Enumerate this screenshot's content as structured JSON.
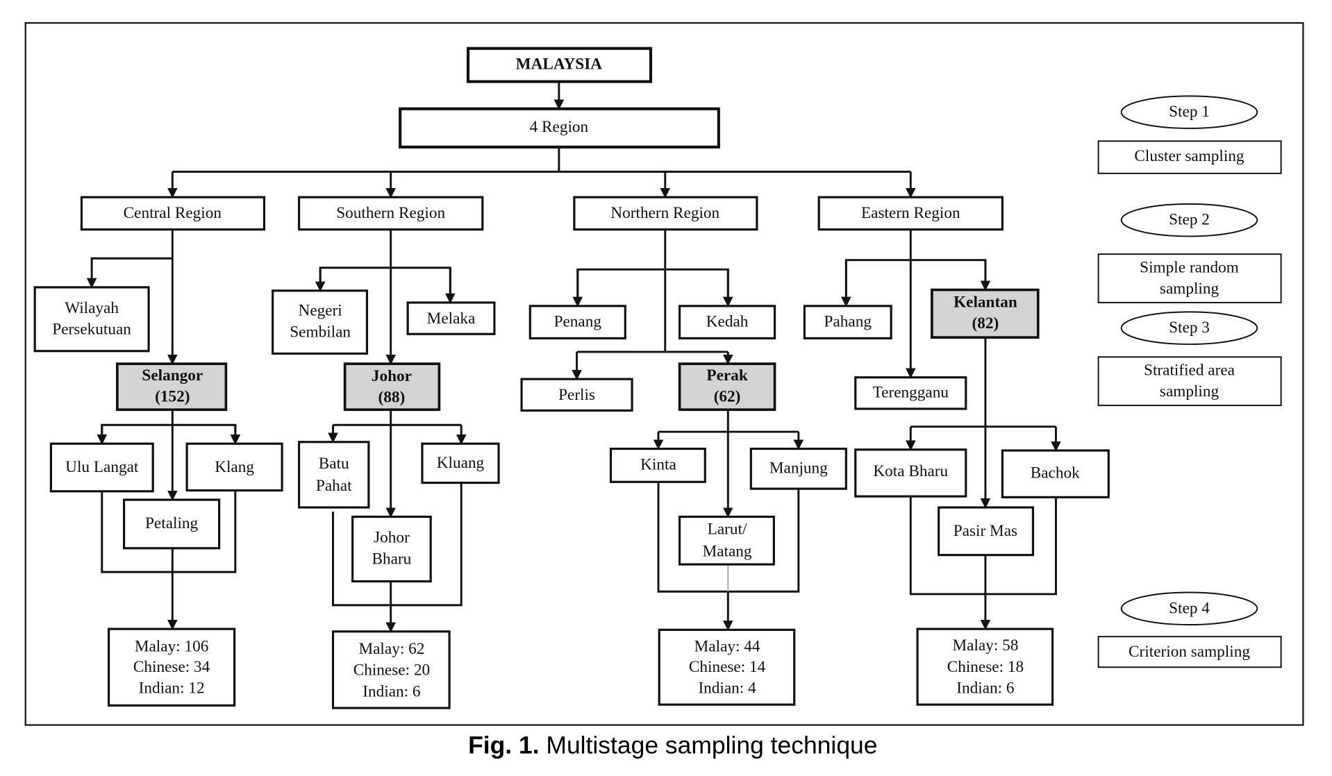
{
  "root": {
    "label": "MALAYSIA"
  },
  "regions_node": {
    "label": "4 Region"
  },
  "regions": {
    "central": {
      "label": "Central Region"
    },
    "southern": {
      "label": "Southern Region"
    },
    "northern": {
      "label": "Northern Region"
    },
    "eastern": {
      "label": "Eastern Region"
    }
  },
  "states": {
    "wilayah": {
      "line1": "Wilayah",
      "line2": "Persekutuan"
    },
    "selangor": {
      "name": "Selangor",
      "count": "(152)"
    },
    "negeri": {
      "line1": "Negeri",
      "line2": "Sembilan"
    },
    "melaka": {
      "label": "Melaka"
    },
    "johor": {
      "name": "Johor",
      "count": "(88)"
    },
    "penang": {
      "label": "Penang"
    },
    "kedah": {
      "label": "Kedah"
    },
    "perlis": {
      "label": "Perlis"
    },
    "perak": {
      "name": "Perak",
      "count": "(62)"
    },
    "pahang": {
      "label": "Pahang"
    },
    "kelantan": {
      "name": "Kelantan",
      "count": "(82)"
    },
    "terengganu": {
      "label": "Terengganu"
    }
  },
  "districts": {
    "ulu_langat": {
      "label": "Ulu Langat"
    },
    "klang": {
      "label": "Klang"
    },
    "petaling": {
      "label": "Petaling"
    },
    "batu_pahat": {
      "line1": "Batu",
      "line2": "Pahat"
    },
    "kluang": {
      "label": "Kluang"
    },
    "johor_bharu": {
      "line1": "Johor",
      "line2": "Bharu"
    },
    "kinta": {
      "label": "Kinta"
    },
    "manjung": {
      "label": "Manjung"
    },
    "larut_matang": {
      "line1": "Larut/",
      "line2": "Matang"
    },
    "kota_bharu": {
      "label": "Kota Bharu"
    },
    "bachok": {
      "label": "Bachok"
    },
    "pasir_mas": {
      "label": "Pasir Mas"
    }
  },
  "samples": {
    "selangor": {
      "malay": "Malay: 106",
      "chinese": "Chinese: 34",
      "indian": "Indian: 12"
    },
    "johor": {
      "malay": "Malay: 62",
      "chinese": "Chinese: 20",
      "indian": "Indian: 6"
    },
    "perak": {
      "malay": "Malay: 44",
      "chinese": "Chinese: 14",
      "indian": "Indian: 4"
    },
    "kelantan": {
      "malay": "Malay: 58",
      "chinese": "Chinese: 18",
      "indian": "Indian: 6"
    }
  },
  "steps": [
    {
      "step": "Step 1",
      "method": "Cluster sampling"
    },
    {
      "step": "Step 2",
      "method_line1": "Simple random",
      "method_line2": "sampling"
    },
    {
      "step": "Step 3",
      "method_line1": "Stratified area",
      "method_line2": "sampling"
    },
    {
      "step": "Step 4",
      "method": "Criterion sampling"
    }
  ],
  "caption": {
    "prefix": "Fig. 1.",
    "text": " Multistage sampling technique"
  }
}
